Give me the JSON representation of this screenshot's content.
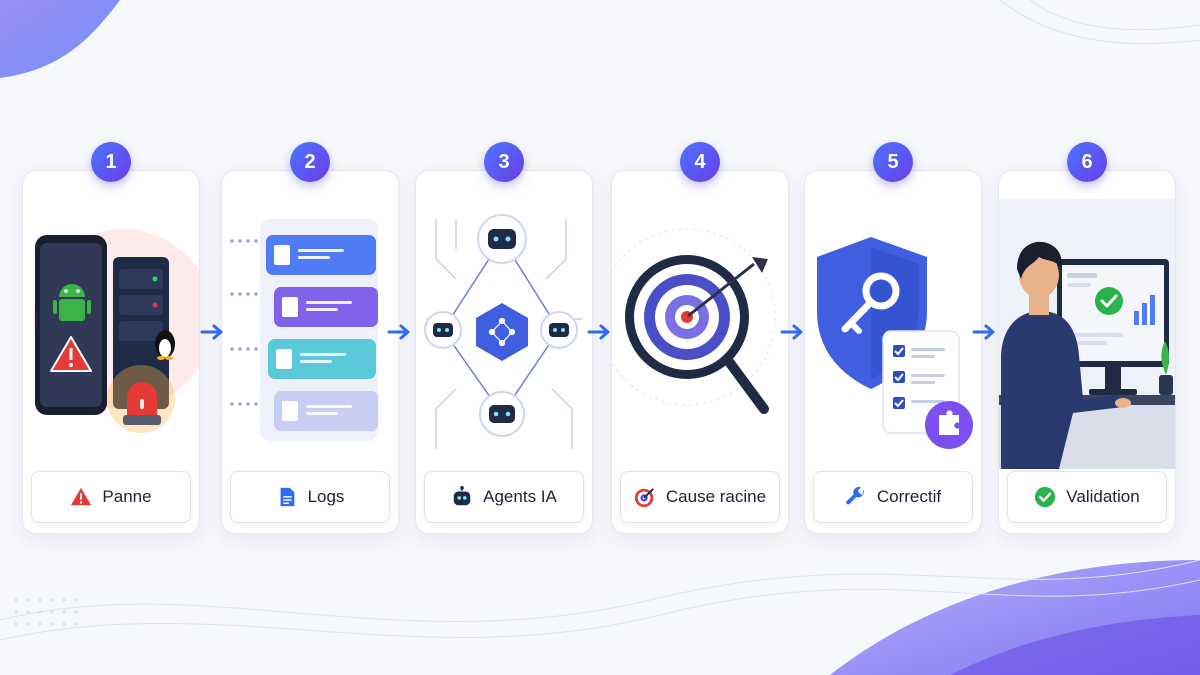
{
  "steps": [
    {
      "number": "1",
      "label": "Panne"
    },
    {
      "number": "2",
      "label": "Logs"
    },
    {
      "number": "3",
      "label": "Agents IA"
    },
    {
      "number": "4",
      "label": "Cause racine"
    },
    {
      "number": "5",
      "label": "Correctif"
    },
    {
      "number": "6",
      "label": "Validation"
    }
  ],
  "colors": {
    "accent_blue": "#2f6bf0",
    "accent_purple": "#6a3ee8",
    "alert_red": "#e53935",
    "success_green": "#2ab34a"
  }
}
